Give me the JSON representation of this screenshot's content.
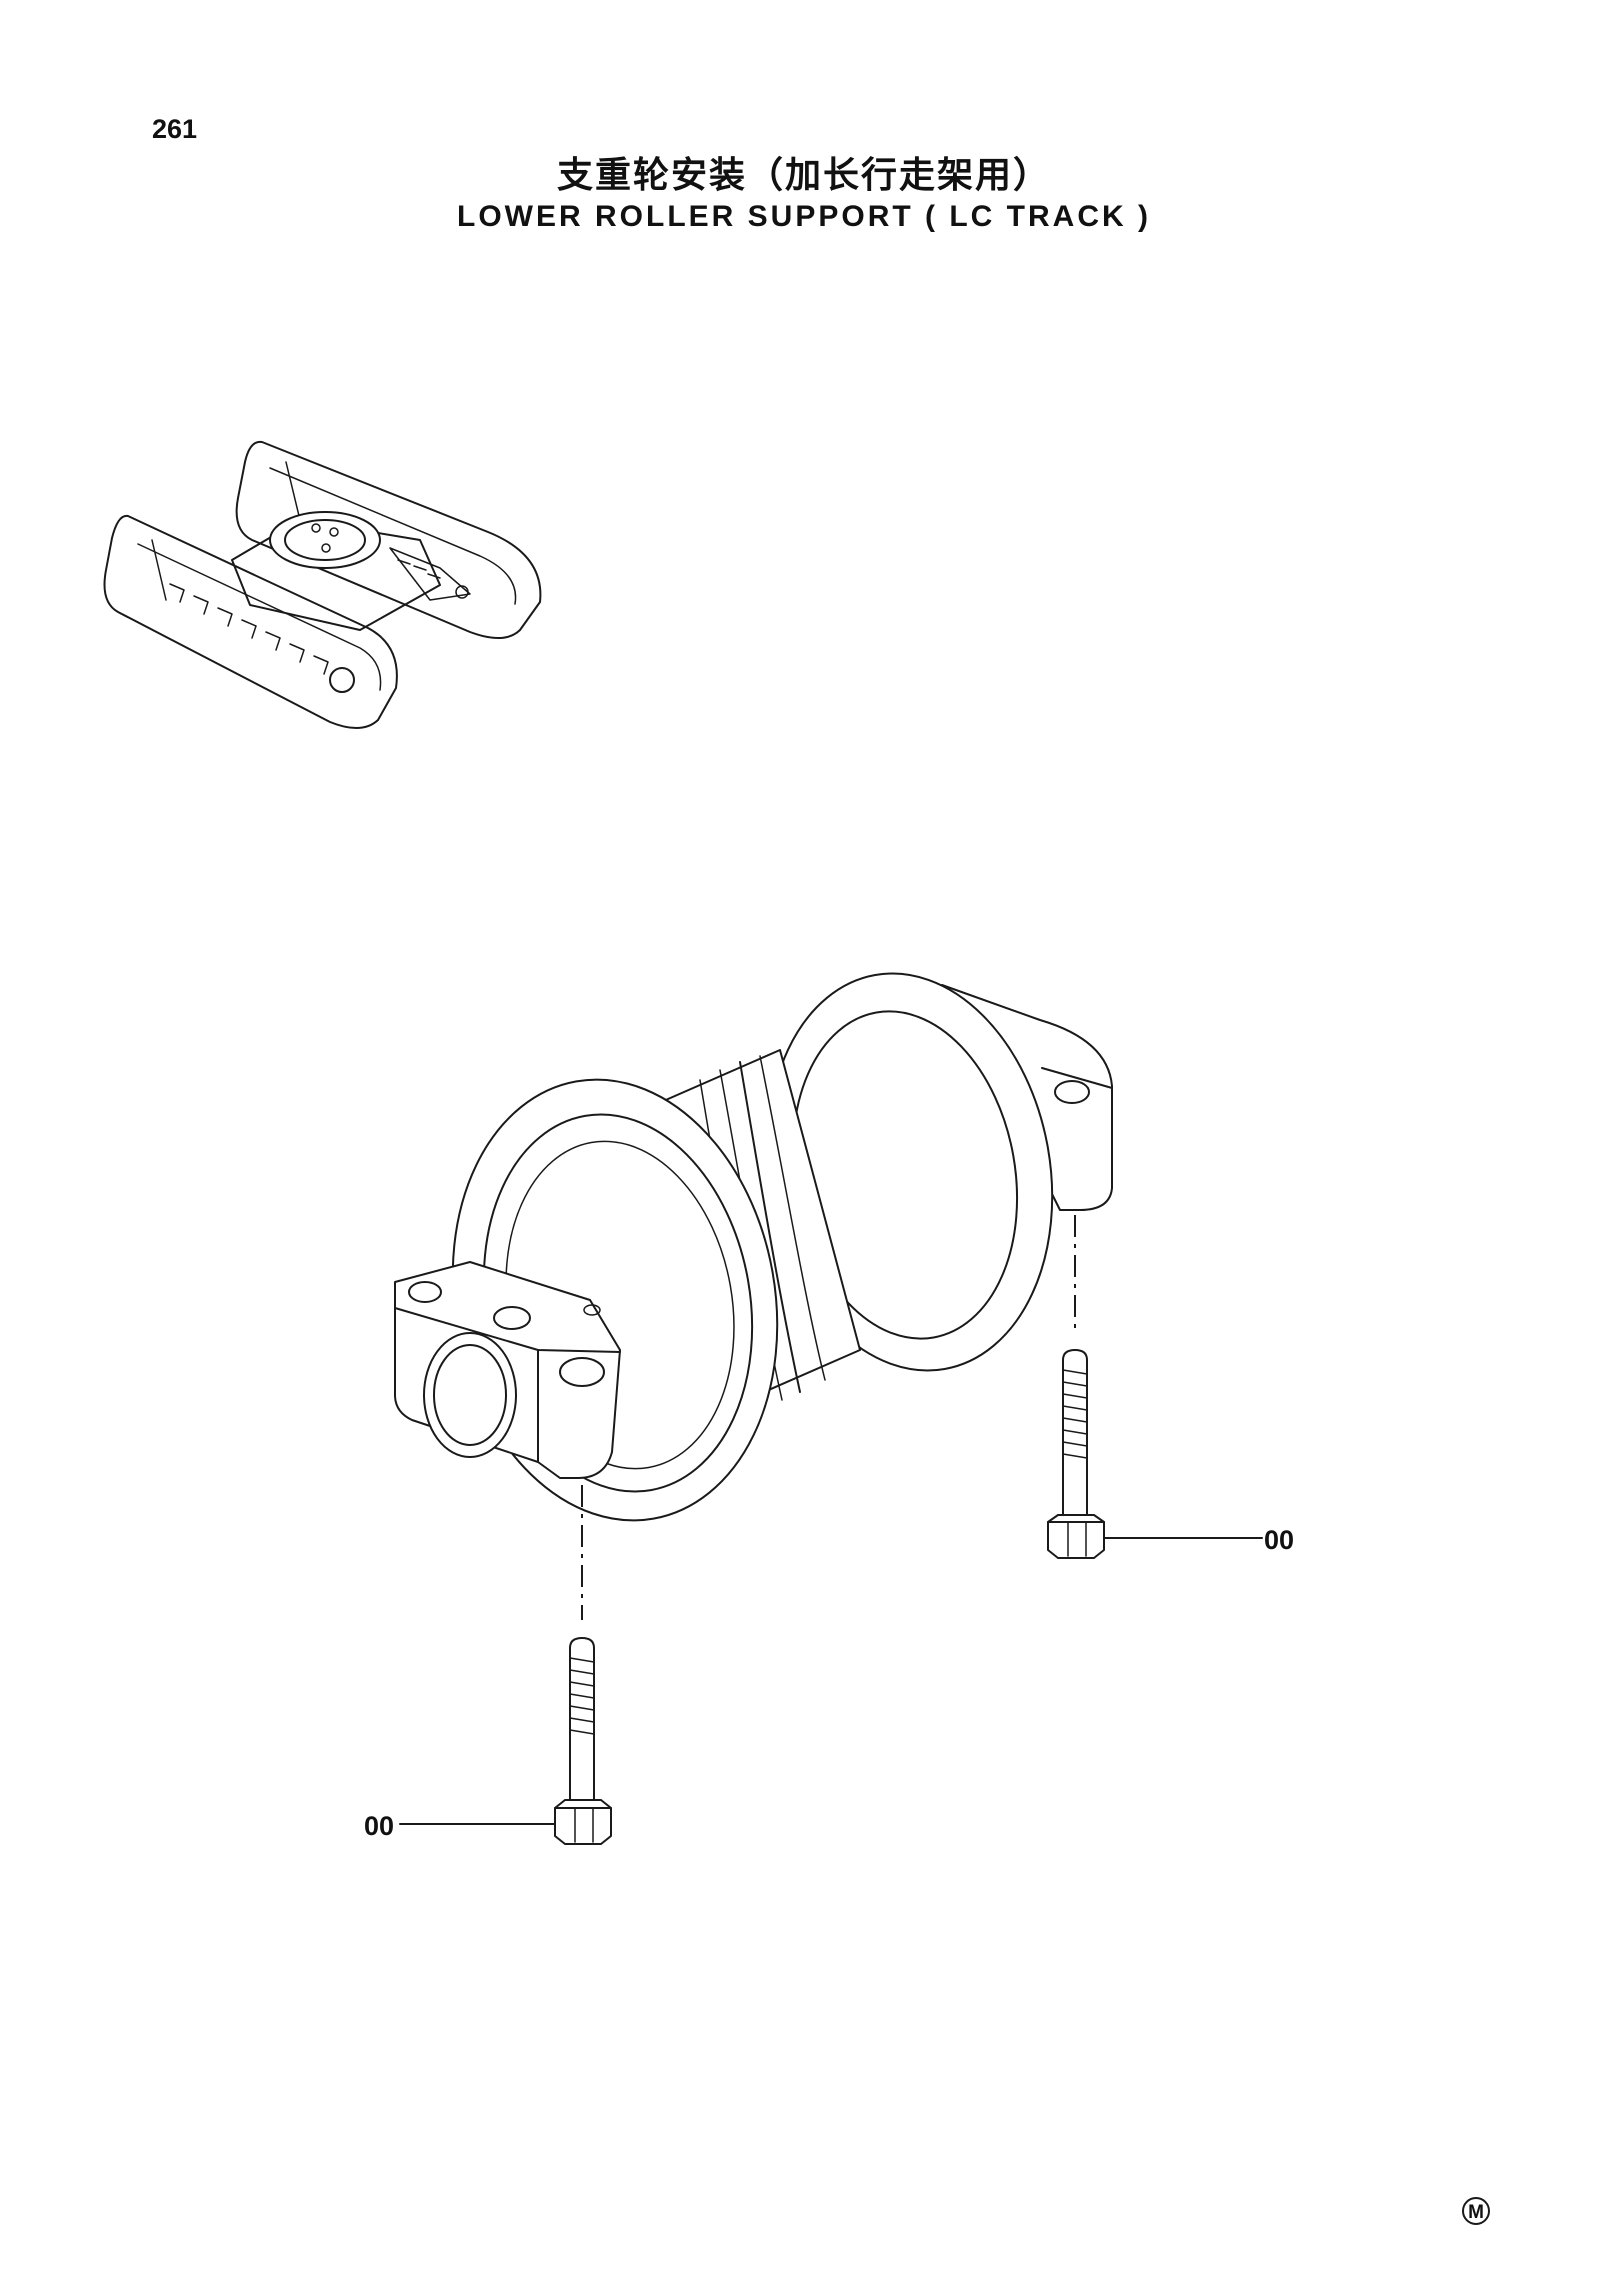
{
  "page": {
    "number": "261",
    "title_cn": "支重轮安装（加长行走架用）",
    "title_en": "LOWER ROLLER SUPPORT ( LC  TRACK )"
  },
  "callouts": [
    {
      "id": "bolt-right",
      "label": "00"
    },
    {
      "id": "bolt-left",
      "label": "00"
    }
  ],
  "stamp": {
    "symbol": "M"
  }
}
